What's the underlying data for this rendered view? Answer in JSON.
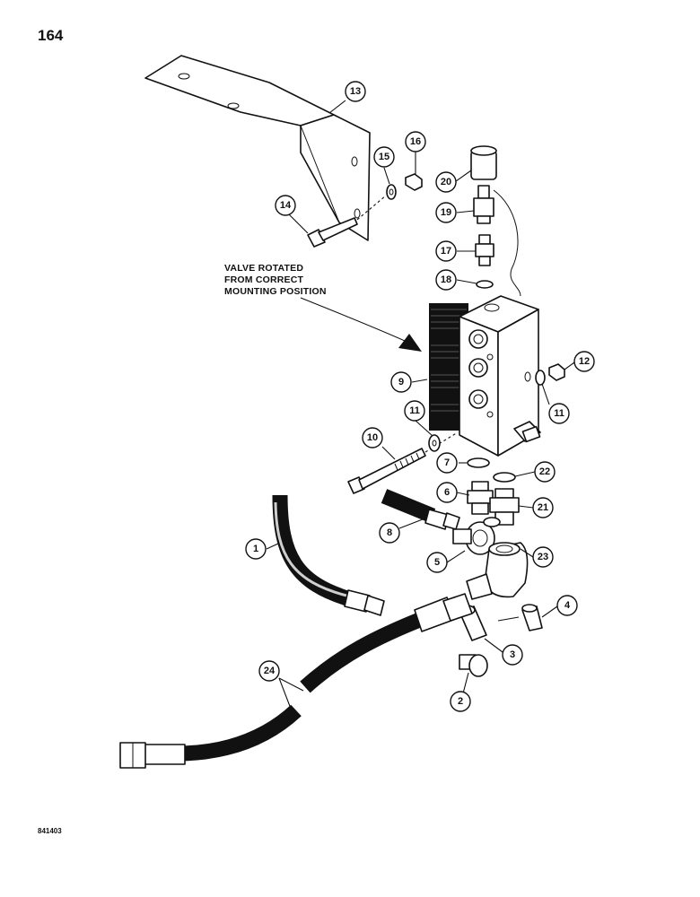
{
  "page_number": "164",
  "caption_lines": [
    "VALVE ROTATED",
    "FROM CORRECT",
    "MOUNTING POSITION"
  ],
  "ref_code": "841403",
  "callouts": [
    "1",
    "2",
    "3",
    "4",
    "5",
    "6",
    "7",
    "8",
    "9",
    "10",
    "11",
    "11",
    "12",
    "13",
    "14",
    "15",
    "16",
    "17",
    "18",
    "19",
    "20",
    "21",
    "22",
    "23",
    "24"
  ]
}
